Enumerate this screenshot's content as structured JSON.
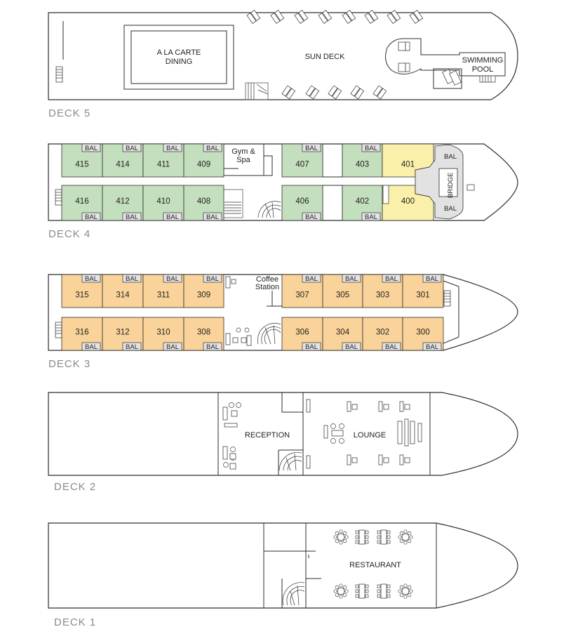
{
  "deck5": {
    "label": "DECK 5",
    "dining": [
      "A LA CARTE",
      "DINING"
    ],
    "sun_deck": "SUN DECK",
    "pool": [
      "SWIMMING",
      "POOL"
    ]
  },
  "deck4": {
    "label": "DECK 4",
    "gym": [
      "Gym &",
      "Spa"
    ],
    "bridge": "BRIDGE",
    "bal": "BAL",
    "cabins": [
      "415",
      "414",
      "411",
      "409",
      "407",
      "403",
      "401",
      "416",
      "412",
      "410",
      "408",
      "406",
      "402",
      "400"
    ]
  },
  "deck3": {
    "label": "DECK 3",
    "coffee": [
      "Coffee",
      "Station"
    ],
    "bal": "BAL",
    "cabins": [
      "315",
      "314",
      "311",
      "309",
      "307",
      "305",
      "303",
      "301",
      "316",
      "312",
      "310",
      "308",
      "306",
      "304",
      "302",
      "300"
    ]
  },
  "deck2": {
    "label": "DECK 2",
    "reception": "RECEPTION",
    "lounge": "LOUNGE"
  },
  "deck1": {
    "label": "DECK 1",
    "restaurant": "RESTAURANT"
  },
  "colors": {
    "deck4_cabin": "#c4dfbd",
    "deck4_suite": "#fbf0aa",
    "deck3_cabin": "#fad39a",
    "balcony": "#e4e4e4"
  }
}
